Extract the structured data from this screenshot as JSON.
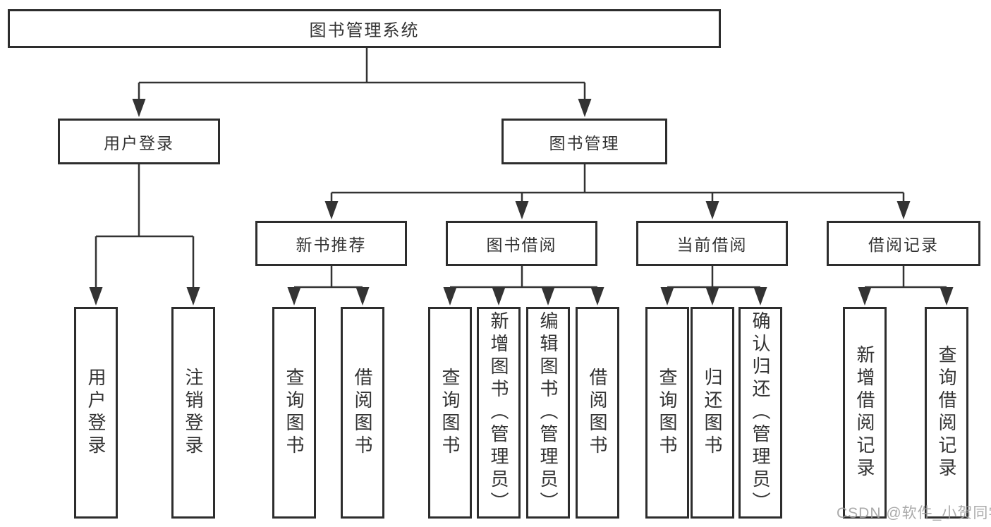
{
  "tree": {
    "root": {
      "label": "图书管理系统"
    },
    "children": [
      {
        "label": "用户登录",
        "children": [
          {
            "label": "用户登录"
          },
          {
            "label": "注销登录"
          }
        ]
      },
      {
        "label": "图书管理",
        "children": [
          {
            "label": "新书推荐",
            "children": [
              {
                "label": "查询图书"
              },
              {
                "label": "借阅图书"
              }
            ]
          },
          {
            "label": "图书借阅",
            "children": [
              {
                "label": "查询图书"
              },
              {
                "label": "新增图书（管理员）"
              },
              {
                "label": "编辑图书（管理员）"
              },
              {
                "label": "借阅图书"
              }
            ]
          },
          {
            "label": "当前借阅",
            "children": [
              {
                "label": "查询图书"
              },
              {
                "label": "归还图书"
              },
              {
                "label": "确认归还（管理员）"
              }
            ]
          },
          {
            "label": "借阅记录",
            "children": [
              {
                "label": "新增借阅记录"
              },
              {
                "label": "查询借阅记录"
              }
            ]
          }
        ]
      }
    ]
  },
  "watermark": {
    "text": "CSDN @软件_小贺同学"
  },
  "colors": {
    "line": "#333333",
    "border": "#2d2d2d",
    "text": "#333333",
    "watermark": "#9e9e9e"
  }
}
